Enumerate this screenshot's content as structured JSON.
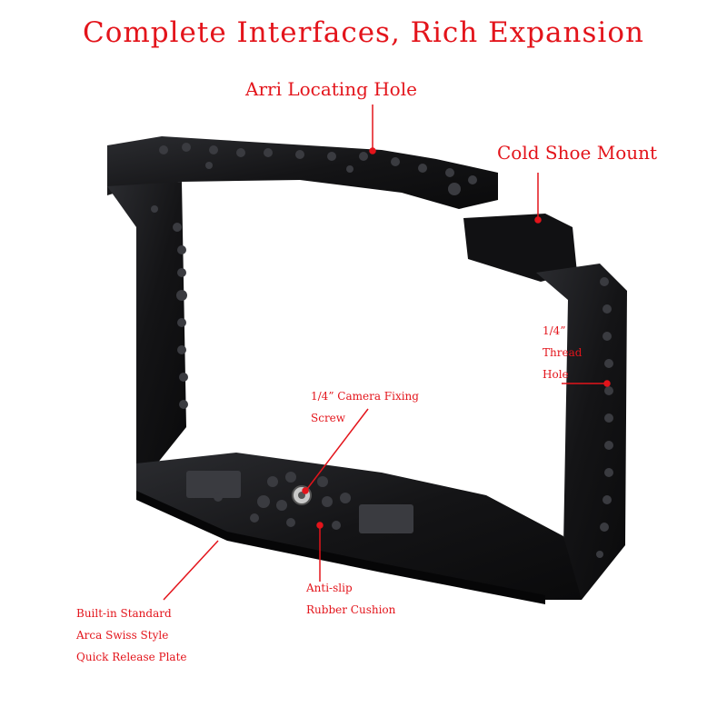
{
  "title": "Complete Interfaces, Rich Expansion",
  "callouts": {
    "arri": "Arri Locating Hole",
    "cold_shoe": "Cold Shoe Mount",
    "thread_hole": [
      "1/4”",
      "Thread",
      "Hole"
    ],
    "camera_screw": [
      "1/4” Camera Fixing",
      "Screw"
    ],
    "anti_slip": [
      "Anti-slip",
      "Rubber Cushion"
    ],
    "arca": [
      "Built-in Standard",
      "Arca Swiss Style",
      "Quick Release Plate"
    ]
  },
  "colors": {
    "accent": "#e3141b",
    "cage_body": "#141416",
    "cage_highlight": "#2e2f33"
  }
}
